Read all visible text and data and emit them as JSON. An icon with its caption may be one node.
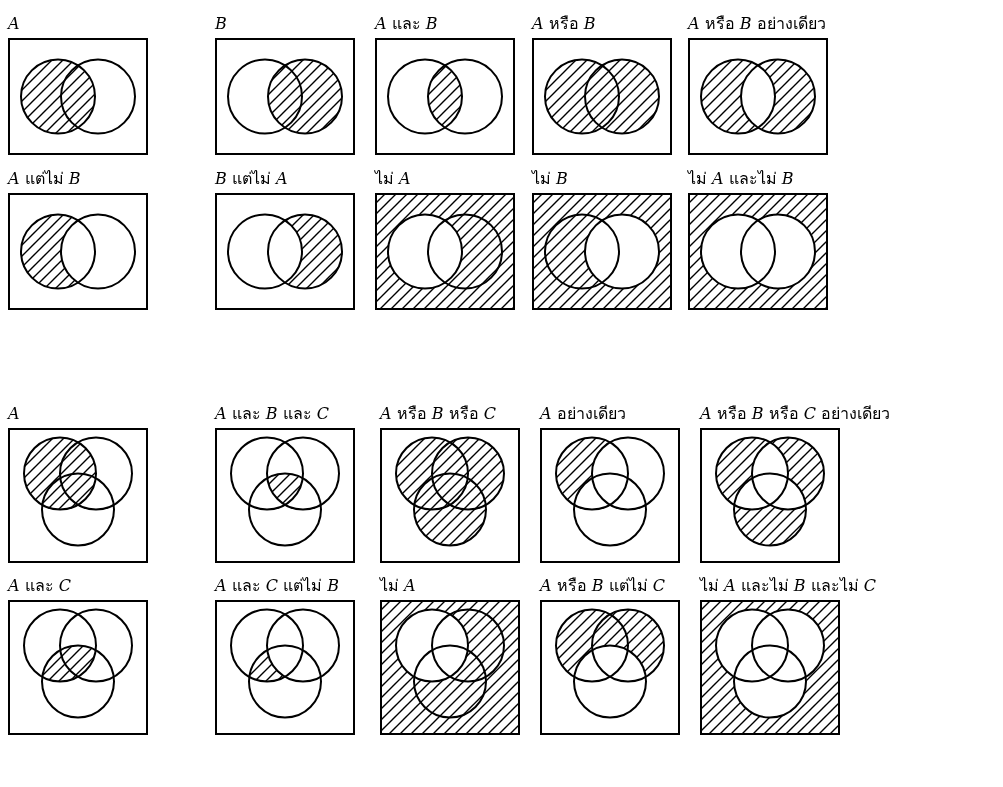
{
  "diagram": {
    "nodes": [
      {
        "text": [
          "*A*"
        ]
      },
      {
        "text": [
          "*B*"
        ]
      },
      {
        "text": [
          "*A* และ *B*"
        ]
      },
      {
        "text": [
          "*A* หรือ *B*"
        ]
      },
      {
        "text": [
          "*A* หรือ *B* อย่างเดียว"
        ]
      },
      {
        "text": [
          "*A* แต่ไม่ *B*"
        ]
      },
      {
        "text": [
          "*B* แต่ไม่ *A*"
        ]
      },
      {
        "text": [
          "ไม่ *A*"
        ]
      },
      {
        "text": [
          "ไม่ *B*"
        ]
      },
      {
        "text": [
          "ไม่ *A*  และไม่ *B*"
        ]
      },
      {
        "text": [
          "*A*"
        ]
      },
      {
        "text": [
          "*A* และ *B* และ *C*"
        ]
      },
      {
        "text": [
          "*A* หรือ *B* หรือ *C*"
        ]
      },
      {
        "text": [
          "*A* อย่างเดียว"
        ]
      },
      {
        "text": [
          "*A* หรือ *B* หรือ *C* อย่างเดียว"
        ]
      },
      {
        "text": [
          "*A* และ *C*"
        ]
      },
      {
        "text": [
          "*A* และ *C* แต่ไม่ *B*"
        ]
      },
      {
        "text": [
          "ไม่ *A*"
        ]
      },
      {
        "text": [
          "*A* หรือ *B* แต่ไม่ *C*"
        ]
      },
      {
        "text": [
          "ไม่ *A* และไม่ *B* และไม่ *C*"
        ]
      }
    ]
  }
}
